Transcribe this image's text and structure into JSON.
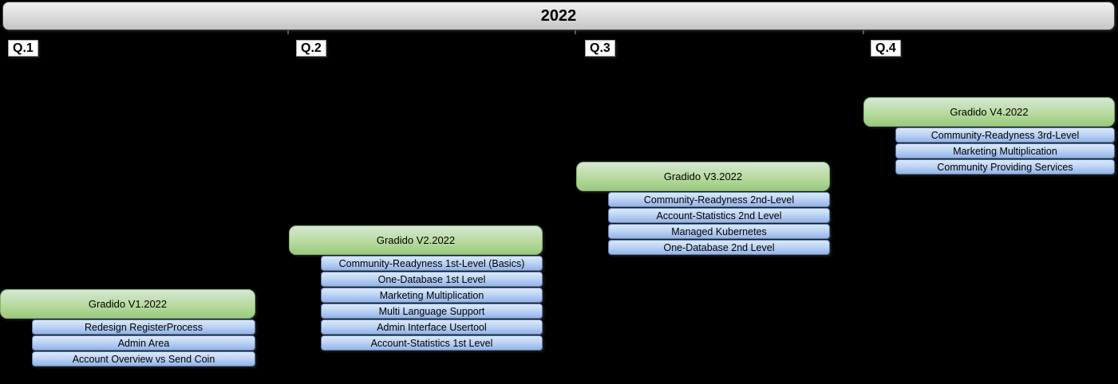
{
  "year_header": {
    "title": "2022"
  },
  "quarters": [
    {
      "label": "Q.1"
    },
    {
      "label": "Q.2"
    },
    {
      "label": "Q.3"
    },
    {
      "label": "Q.4"
    }
  ],
  "releases": [
    {
      "version": "Gradido V1.2022",
      "features": [
        "Redesign RegisterProcess",
        "Admin Area",
        "Account Overview vs Send Coin"
      ]
    },
    {
      "version": "Gradido V2.2022",
      "features": [
        "Community-Readyness 1st-Level (Basics)",
        "One-Database 1st Level",
        "Marketing Multiplication",
        "Multi Language Support",
        "Admin Interface Usertool",
        "Account-Statistics 1st Level"
      ]
    },
    {
      "version": "Gradido V3.2022",
      "features": [
        "Community-Readyness 2nd-Level",
        "Account-Statistics 2nd Level",
        "Managed Kubernetes",
        "One-Database 2nd Level"
      ]
    },
    {
      "version": "Gradido V4.2022",
      "features": [
        "Community-Readyness 3rd-Level",
        "Marketing Multiplication",
        "Community Providing Services"
      ]
    }
  ],
  "colors": {
    "background": "#000000",
    "header_fill_top": "#f0f0f0",
    "header_fill_bottom": "#c5c5c5",
    "header_border": "#4a4a4a",
    "release_fill_top": "#d5e8d4",
    "release_fill_bottom": "#99c97e",
    "release_border": "#82b366",
    "feature_fill_top": "#dbe8fc",
    "feature_fill_bottom": "#93b4e7",
    "feature_border": "#5b7db1",
    "quarter_label_bg": "#ffffff",
    "text": "#000000"
  }
}
